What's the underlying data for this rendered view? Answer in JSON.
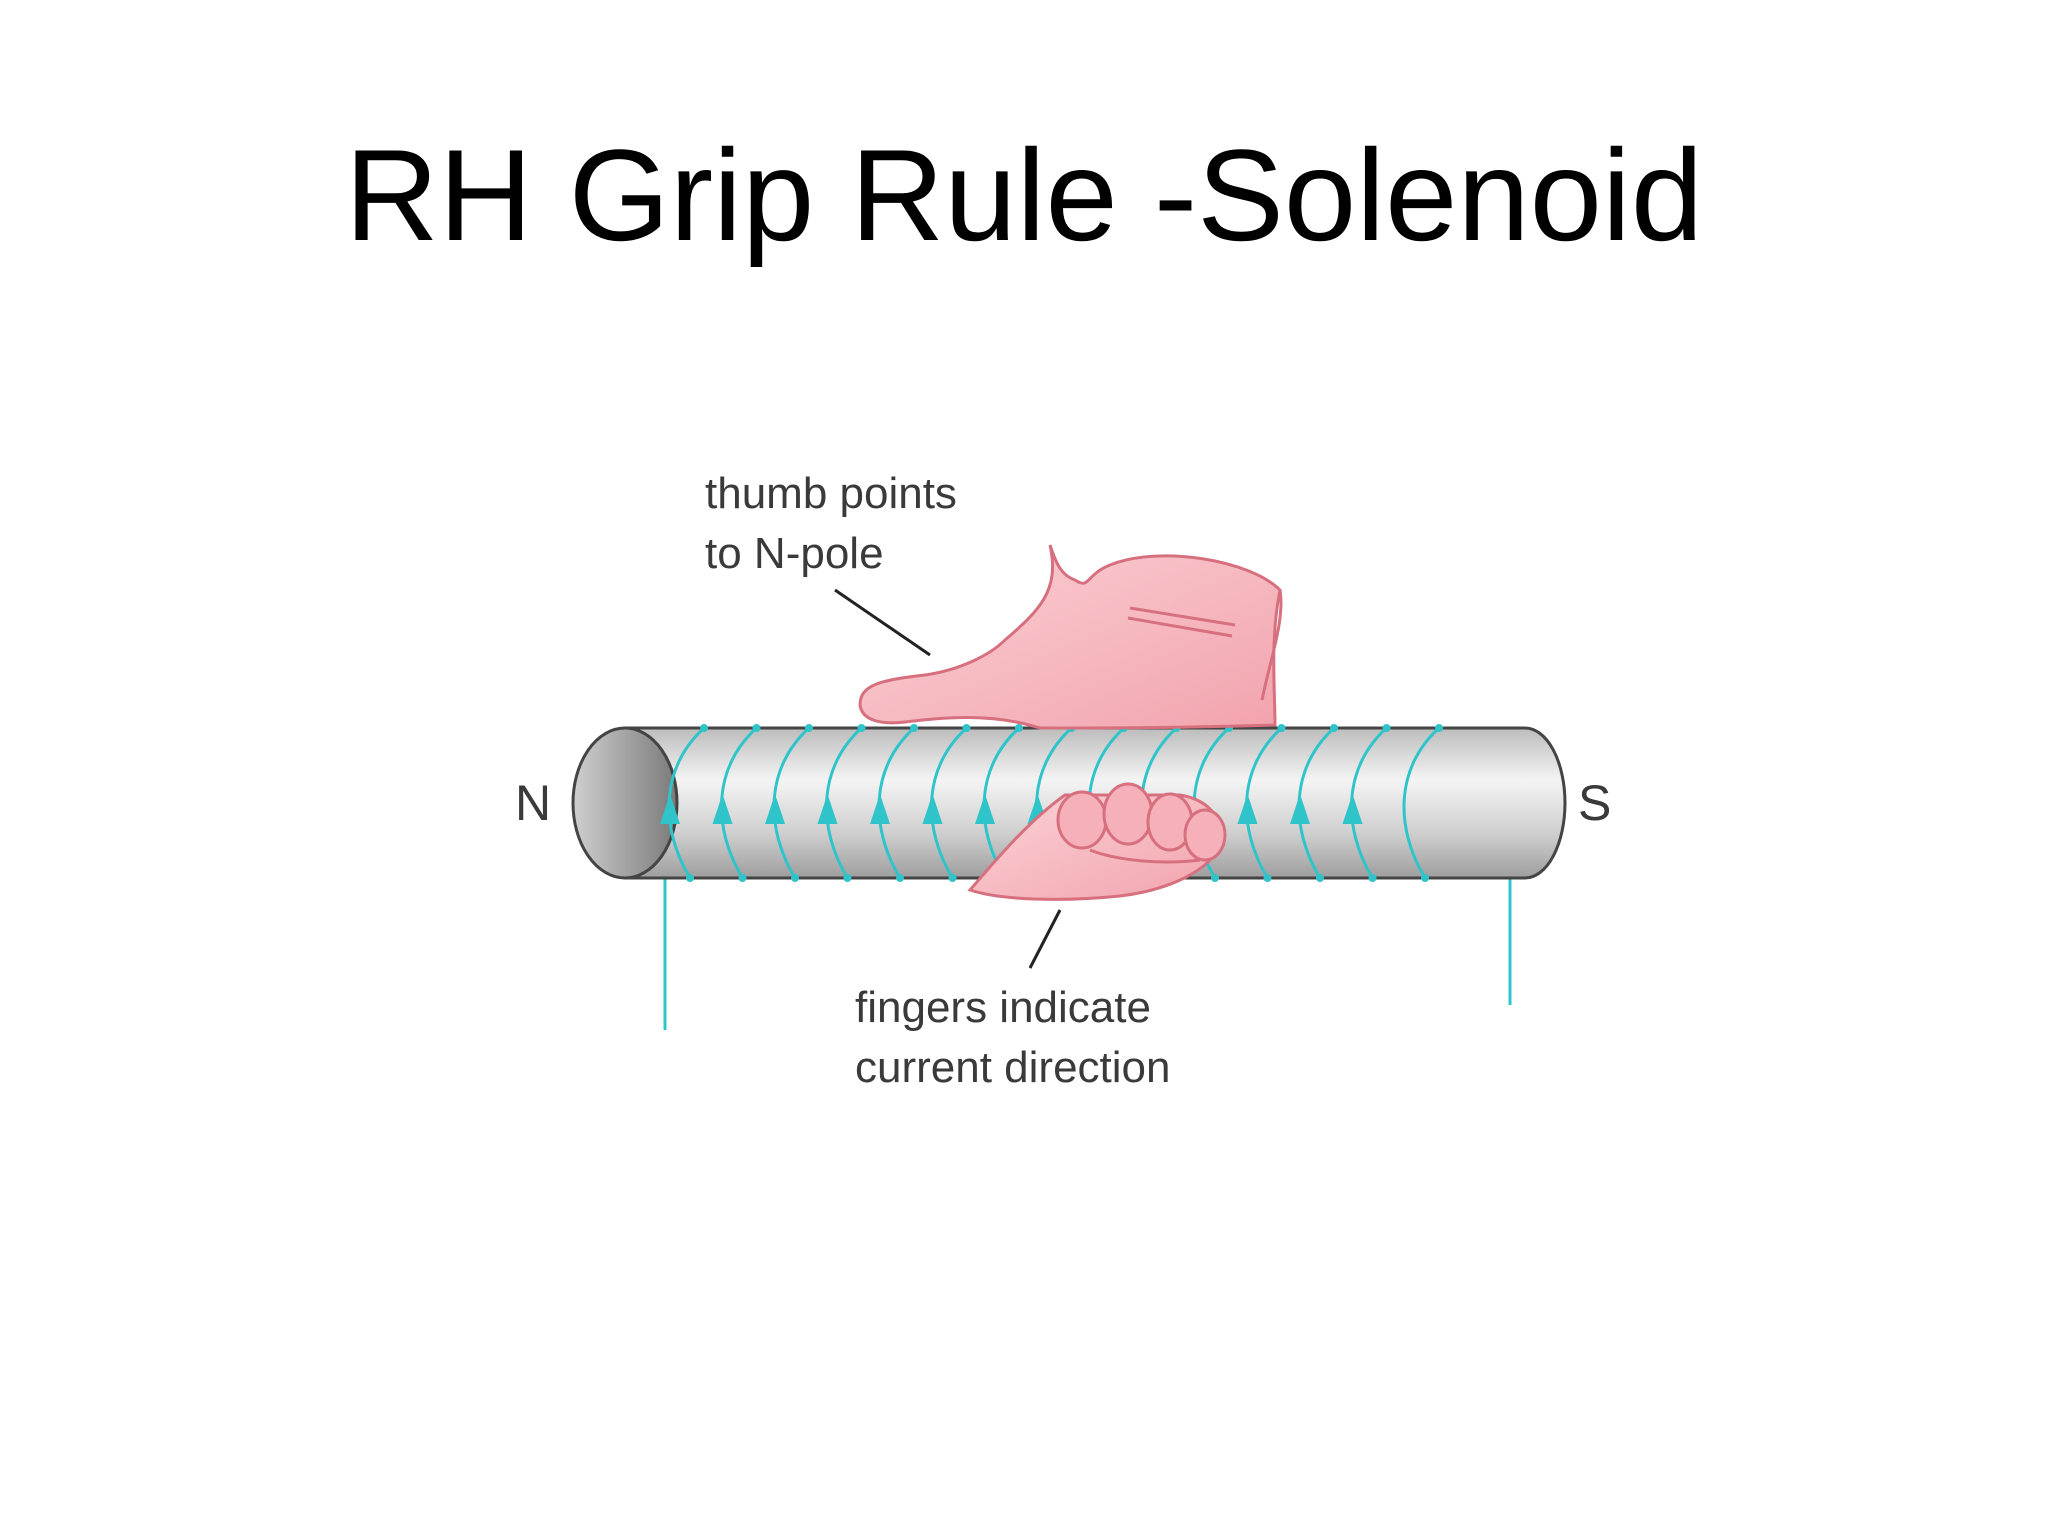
{
  "slide": {
    "title": "RH Grip Rule -Solenoid"
  },
  "diagram": {
    "thumb_label": [
      "thumb points",
      "to N-pole"
    ],
    "fingers_label": [
      "fingers indicate",
      "current direction"
    ],
    "north_pole_label": "N",
    "south_pole_label": "S"
  },
  "colors": {
    "coil": "#2ec4c9",
    "hand_skin": "#f7b8bf",
    "hand_outline": "#d7707e",
    "rod_body": "#d6d6d6",
    "rod_end": "#8f8f8f",
    "label_text": "#3a3a3a"
  }
}
